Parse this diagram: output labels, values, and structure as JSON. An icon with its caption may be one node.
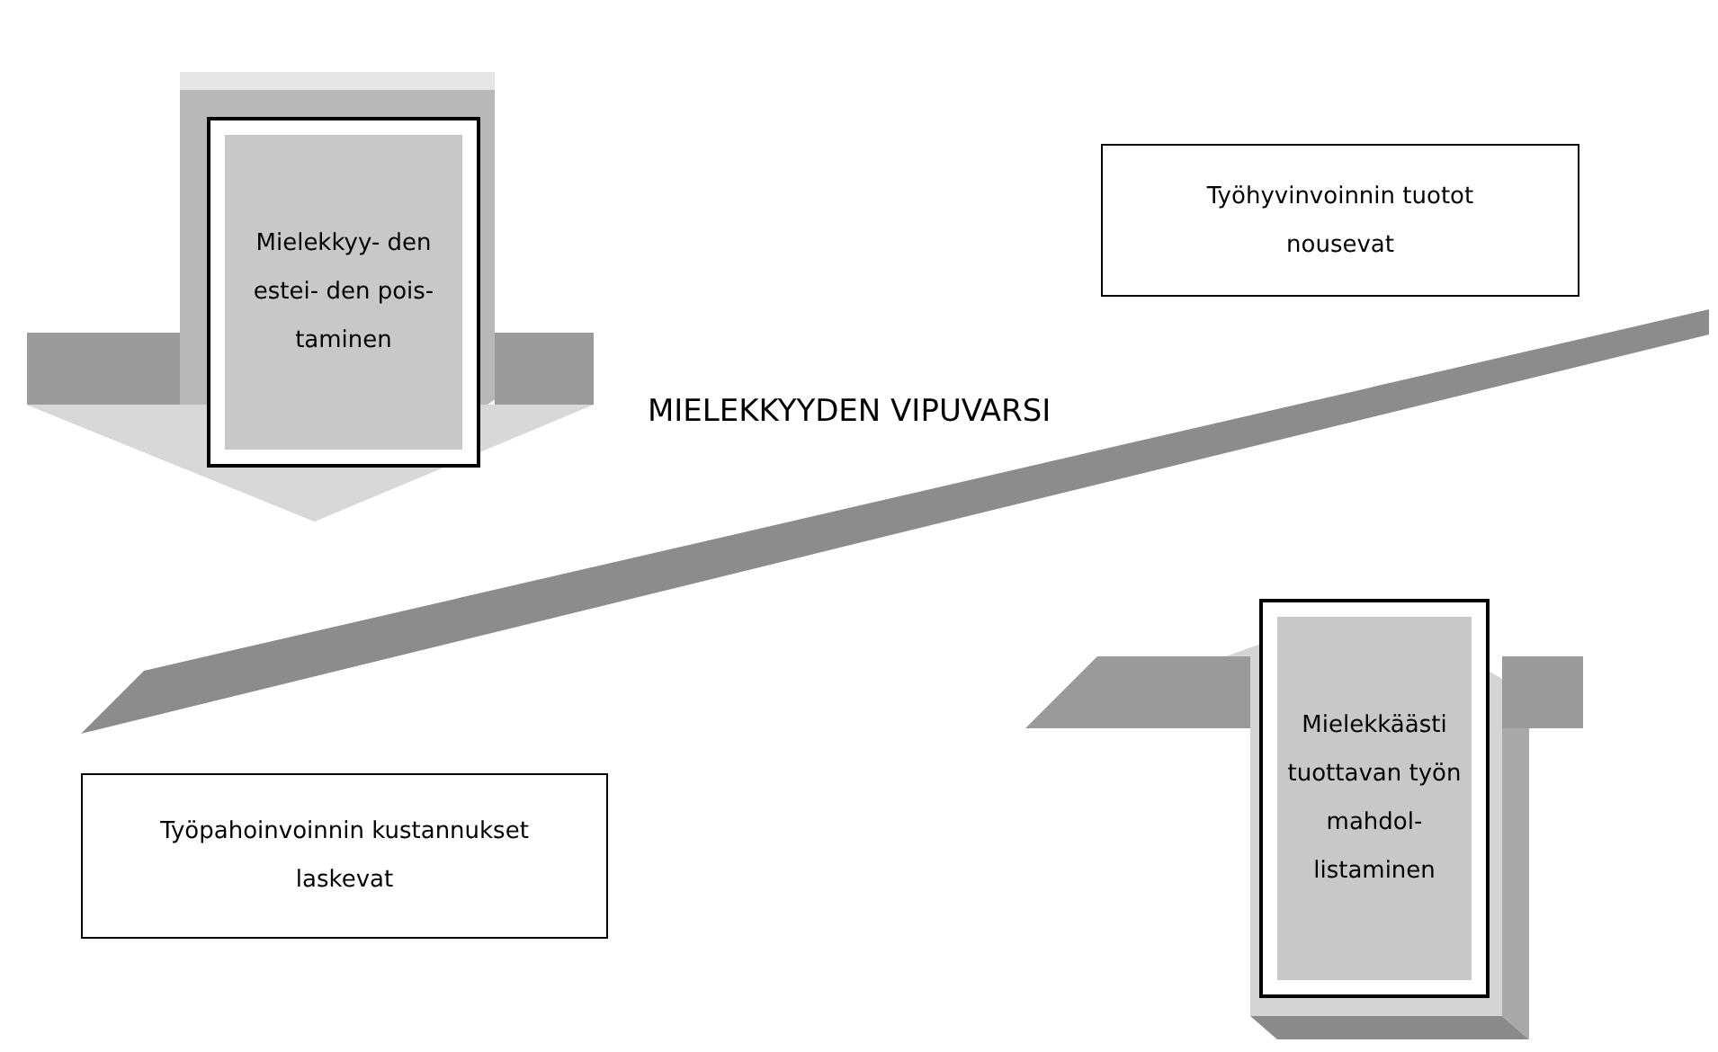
{
  "diagram": {
    "nodes": [
      {
        "text": [
          "Mielekkyy- den estei- den pois- taminen"
        ]
      },
      {
        "text": [
          "Työhyvinvoinnin tuotot nousevat"
        ]
      },
      {
        "text": [
          "Mielekkäästi tuottavan työn mahdol- listaminen"
        ]
      },
      {
        "text": [
          "Työpahoinvoinnin kustannukset laskevat"
        ]
      }
    ],
    "labels": [
      "MIELEKKYYDEN VIPUVARSI"
    ]
  }
}
